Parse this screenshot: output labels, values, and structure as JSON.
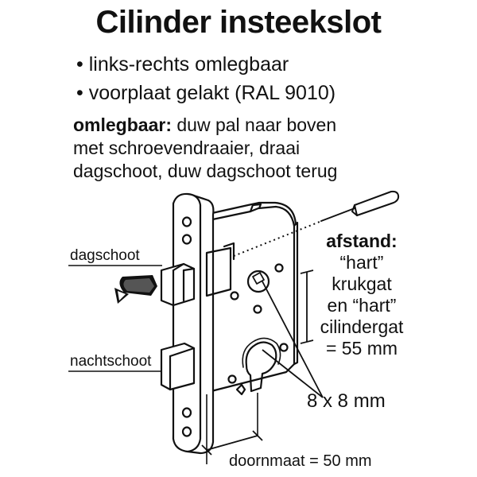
{
  "title": "Cilinder insteekslot",
  "bullets": [
    "links-rechts omlegbaar",
    "voorplaat gelakt (RAL 9010)"
  ],
  "bullet_symbol": "•",
  "omlegbaar": {
    "label": "omlegbaar:",
    "line1_rest": " duw pal naar boven",
    "line2": "met schroevendraaier, draai",
    "line3": "dagschoot, duw dagschoot terug"
  },
  "labels": {
    "dagschoot": "dagschoot",
    "nachtschoot": "nachtschoot",
    "square": "8 x 8 mm",
    "doornmaat": "doornmaat = 50 mm"
  },
  "afstand": {
    "head": "afstand:",
    "lines": [
      "“hart”",
      "krukgat",
      "en “hart”",
      "cilindergat",
      "= 55 mm"
    ]
  }
}
